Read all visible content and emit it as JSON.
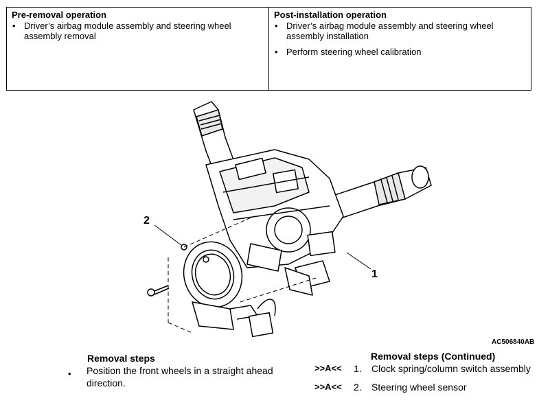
{
  "table": {
    "pre": {
      "heading": "Pre-removal operation",
      "items": [
        "Driver’s airbag module assembly and steering wheel assembly removal"
      ]
    },
    "post": {
      "heading": "Post-installation operation",
      "items": [
        "Driver’s airbag module assembly and steering wheel assembly installation",
        "Perform steering wheel calibration"
      ]
    }
  },
  "figure": {
    "callout_1": "1",
    "callout_2": "2",
    "code": "AC506840AB"
  },
  "removal_steps": {
    "heading": "Removal steps",
    "bullet": "•",
    "step": "Position the front wheels in a straight ahead direction."
  },
  "removal_steps_continued": {
    "heading": "Removal steps (Continued)",
    "items": [
      {
        "marker": ">>A<<",
        "number": "1.",
        "text": "Clock spring/column switch assembly"
      },
      {
        "marker": ">>A<<",
        "number": "2.",
        "text": "Steering wheel sensor"
      }
    ]
  }
}
